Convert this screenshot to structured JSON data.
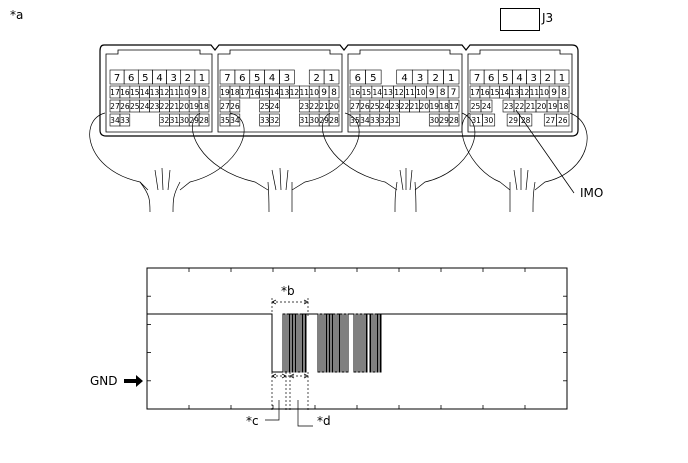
{
  "labels": {
    "fig_a": "*a",
    "connector_id": "J3",
    "imo": "IMO",
    "gnd": "GND",
    "b": "*b",
    "c": "*c",
    "d": "*d"
  },
  "connectors": [
    {
      "rows": [
        [
          "7",
          "6",
          "5",
          "4",
          "3",
          "2",
          "1"
        ],
        [
          "17",
          "16",
          "15",
          "14",
          "13",
          "12",
          "11",
          "10",
          "9",
          "8"
        ],
        [
          "27",
          "26",
          "25",
          "24",
          "23",
          "22",
          "21",
          "20",
          "19",
          "18"
        ],
        [
          "34",
          "33",
          "",
          "",
          "",
          "32",
          "31",
          "30",
          "29",
          "28"
        ]
      ]
    },
    {
      "rows": [
        [
          "7",
          "6",
          "5",
          "4",
          "3",
          "",
          "2",
          "1"
        ],
        [
          "19",
          "18",
          "17",
          "16",
          "15",
          "14",
          "13",
          "12",
          "11",
          "10",
          "9",
          "8"
        ],
        [
          "27",
          "26",
          "",
          "",
          "25",
          "24",
          "",
          "",
          "23",
          "22",
          "21",
          "20"
        ],
        [
          "35",
          "34",
          "",
          "",
          "33",
          "32",
          "",
          "",
          "31",
          "30",
          "29",
          "28"
        ]
      ]
    },
    {
      "rows": [
        [
          "6",
          "5",
          "",
          "4",
          "3",
          "2",
          "1"
        ],
        [
          "16",
          "15",
          "14",
          "13",
          "12",
          "11",
          "10",
          "9",
          "8",
          "7"
        ],
        [
          "27",
          "26",
          "25",
          "24",
          "23",
          "22",
          "21",
          "20",
          "19",
          "18",
          "17"
        ],
        [
          "35",
          "34",
          "33",
          "32",
          "31",
          "",
          "",
          "",
          "30",
          "29",
          "28"
        ]
      ]
    },
    {
      "rows": [
        [
          "7",
          "6",
          "5",
          "4",
          "3",
          "2",
          "1"
        ],
        [
          "17",
          "16",
          "15",
          "14",
          "13",
          "12",
          "11",
          "10",
          "9",
          "8"
        ],
        [
          "25",
          "24",
          "",
          "23",
          "22",
          "21",
          "20",
          "19",
          "18"
        ],
        [
          "31",
          "30",
          "",
          "29",
          "28",
          "",
          "27",
          "26"
        ]
      ]
    }
  ]
}
